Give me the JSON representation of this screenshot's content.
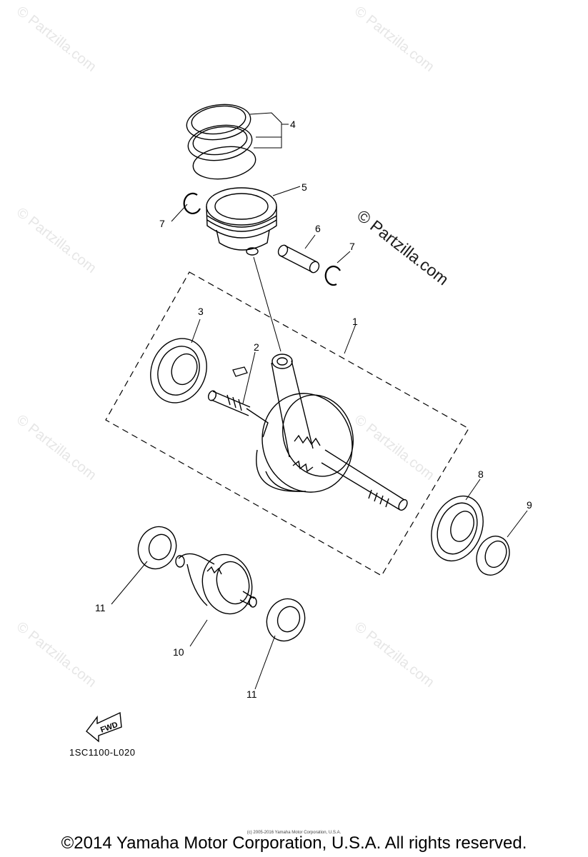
{
  "watermark": {
    "small_text": "© Partzilla.com",
    "large_text": "© Partzilla.com"
  },
  "callouts": {
    "c1": "1",
    "c2": "2",
    "c3": "3",
    "c4": "4",
    "c5": "5",
    "c6": "6",
    "c7a": "7",
    "c7b": "7",
    "c8": "8",
    "c9": "9",
    "c10": "10",
    "c11a": "11",
    "c11b": "11"
  },
  "fwd_label": "FWD",
  "diagram_code": "1SC1100-L020",
  "fine_print": "(c) 2005-2016 Yamaha Motor Corporation, U.S.A.",
  "copyright": "©2014 Yamaha Motor Corporation, U.S.A. All rights reserved."
}
